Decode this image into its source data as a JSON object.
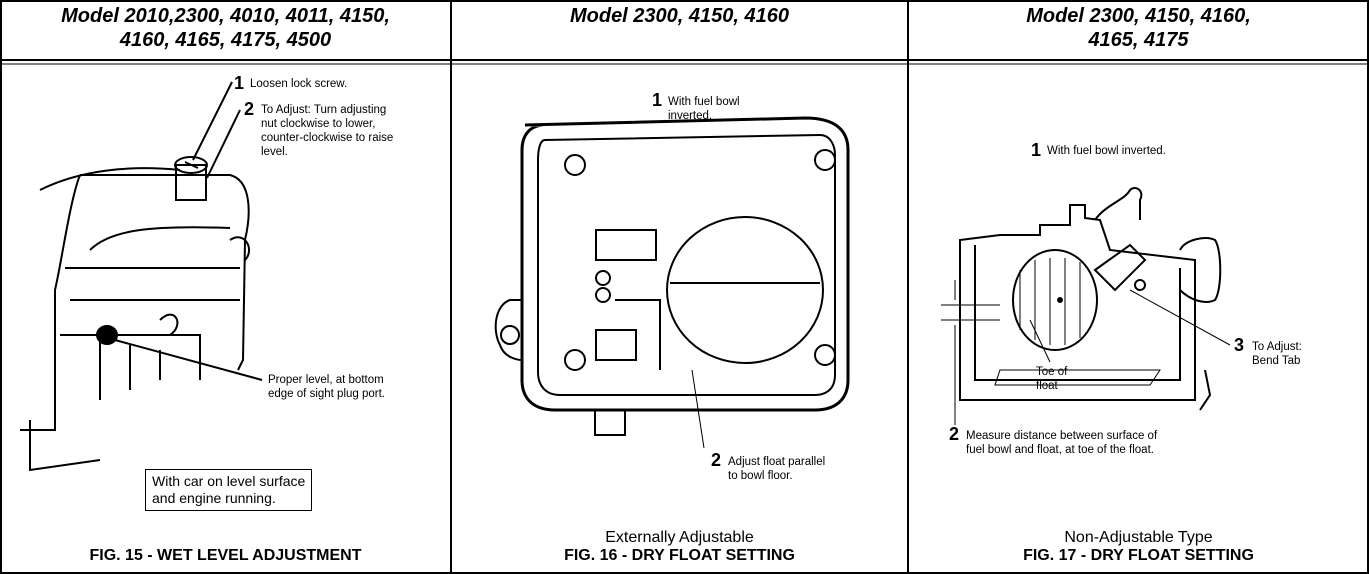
{
  "columns": [
    {
      "header_line1": "Model 2010,2300, 4010, 4011, 4150,",
      "header_line2": "4160, 4165, 4175, 4500",
      "callouts": [
        {
          "num": "1",
          "text": "Loosen lock screw."
        },
        {
          "num": "2",
          "text_lines": [
            "To Adjust:  Turn adjusting",
            "nut clockwise to lower,",
            "counter-clockwise to raise",
            "level."
          ]
        },
        {
          "num": "",
          "text_lines": [
            "Proper level, at bottom",
            "edge of sight plug port."
          ]
        }
      ],
      "note_lines": [
        "With car on level surface",
        "and engine running."
      ],
      "subcaption": "",
      "figure_caption": "FIG. 15 - WET LEVEL ADJUSTMENT"
    },
    {
      "header_line1": "Model 2300, 4150, 4160",
      "header_line2": "",
      "callouts": [
        {
          "num": "1",
          "text_lines": [
            "With fuel bowl",
            "inverted."
          ]
        },
        {
          "num": "2",
          "text_lines": [
            "Adjust float parallel",
            "to bowl floor."
          ]
        }
      ],
      "subcaption": "Externally Adjustable",
      "figure_caption": "FIG. 16 - DRY FLOAT SETTING"
    },
    {
      "header_line1": "Model 2300, 4150, 4160,",
      "header_line2": "4165, 4175",
      "callouts": [
        {
          "num": "1",
          "text": "With fuel bowl inverted."
        },
        {
          "num": "3",
          "text_lines": [
            "To Adjust:",
            "Bend Tab"
          ]
        },
        {
          "num": "",
          "text_lines": [
            "Toe of",
            "float"
          ]
        },
        {
          "num": "2",
          "text_lines": [
            "Measure distance between surface of",
            "fuel bowl and float, at toe of the float."
          ]
        }
      ],
      "subcaption": "Non-Adjustable Type",
      "figure_caption": "FIG. 17 - DRY FLOAT SETTING"
    }
  ]
}
